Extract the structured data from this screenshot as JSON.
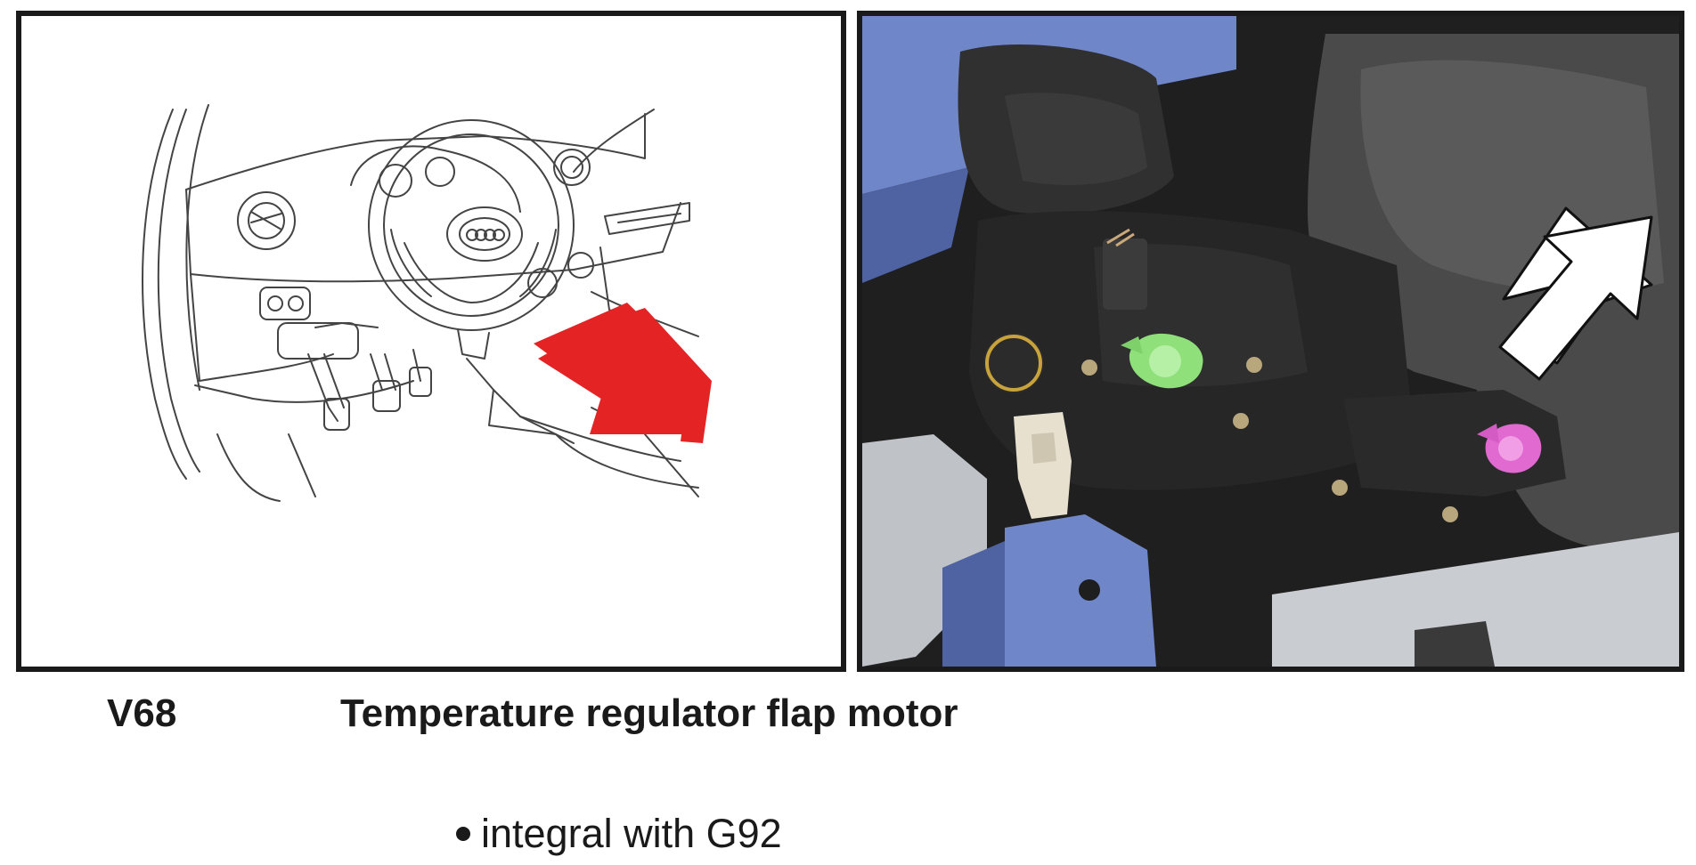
{
  "component": {
    "code": "V68",
    "name": "Temperature regulator flap motor"
  },
  "notes": [
    {
      "text": "integral with G92"
    }
  ],
  "figures": {
    "diagram": {
      "arrow_color": "#e42424"
    },
    "photo": {
      "arrow_color": "#ffffff"
    }
  }
}
